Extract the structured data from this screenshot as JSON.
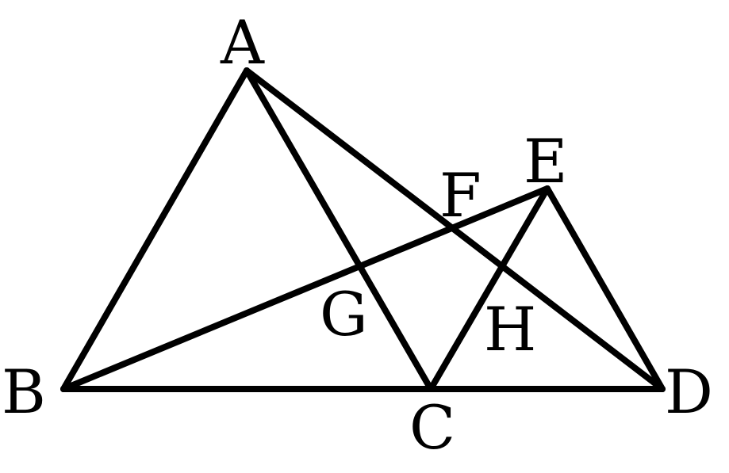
{
  "diagram": {
    "stroke_color": "#000000",
    "background": "#ffffff",
    "points": {
      "A": {
        "label": "A"
      },
      "B": {
        "label": "B"
      },
      "C": {
        "label": "C"
      },
      "D": {
        "label": "D"
      },
      "E": {
        "label": "E"
      },
      "F": {
        "label": "F"
      },
      "G": {
        "label": "G"
      },
      "H": {
        "label": "H"
      }
    },
    "segments": [
      {
        "from": "A",
        "to": "B"
      },
      {
        "from": "A",
        "to": "C"
      },
      {
        "from": "A",
        "to": "D"
      },
      {
        "from": "B",
        "to": "D"
      },
      {
        "from": "B",
        "to": "E"
      },
      {
        "from": "C",
        "to": "E"
      },
      {
        "from": "E",
        "to": "D"
      }
    ]
  }
}
